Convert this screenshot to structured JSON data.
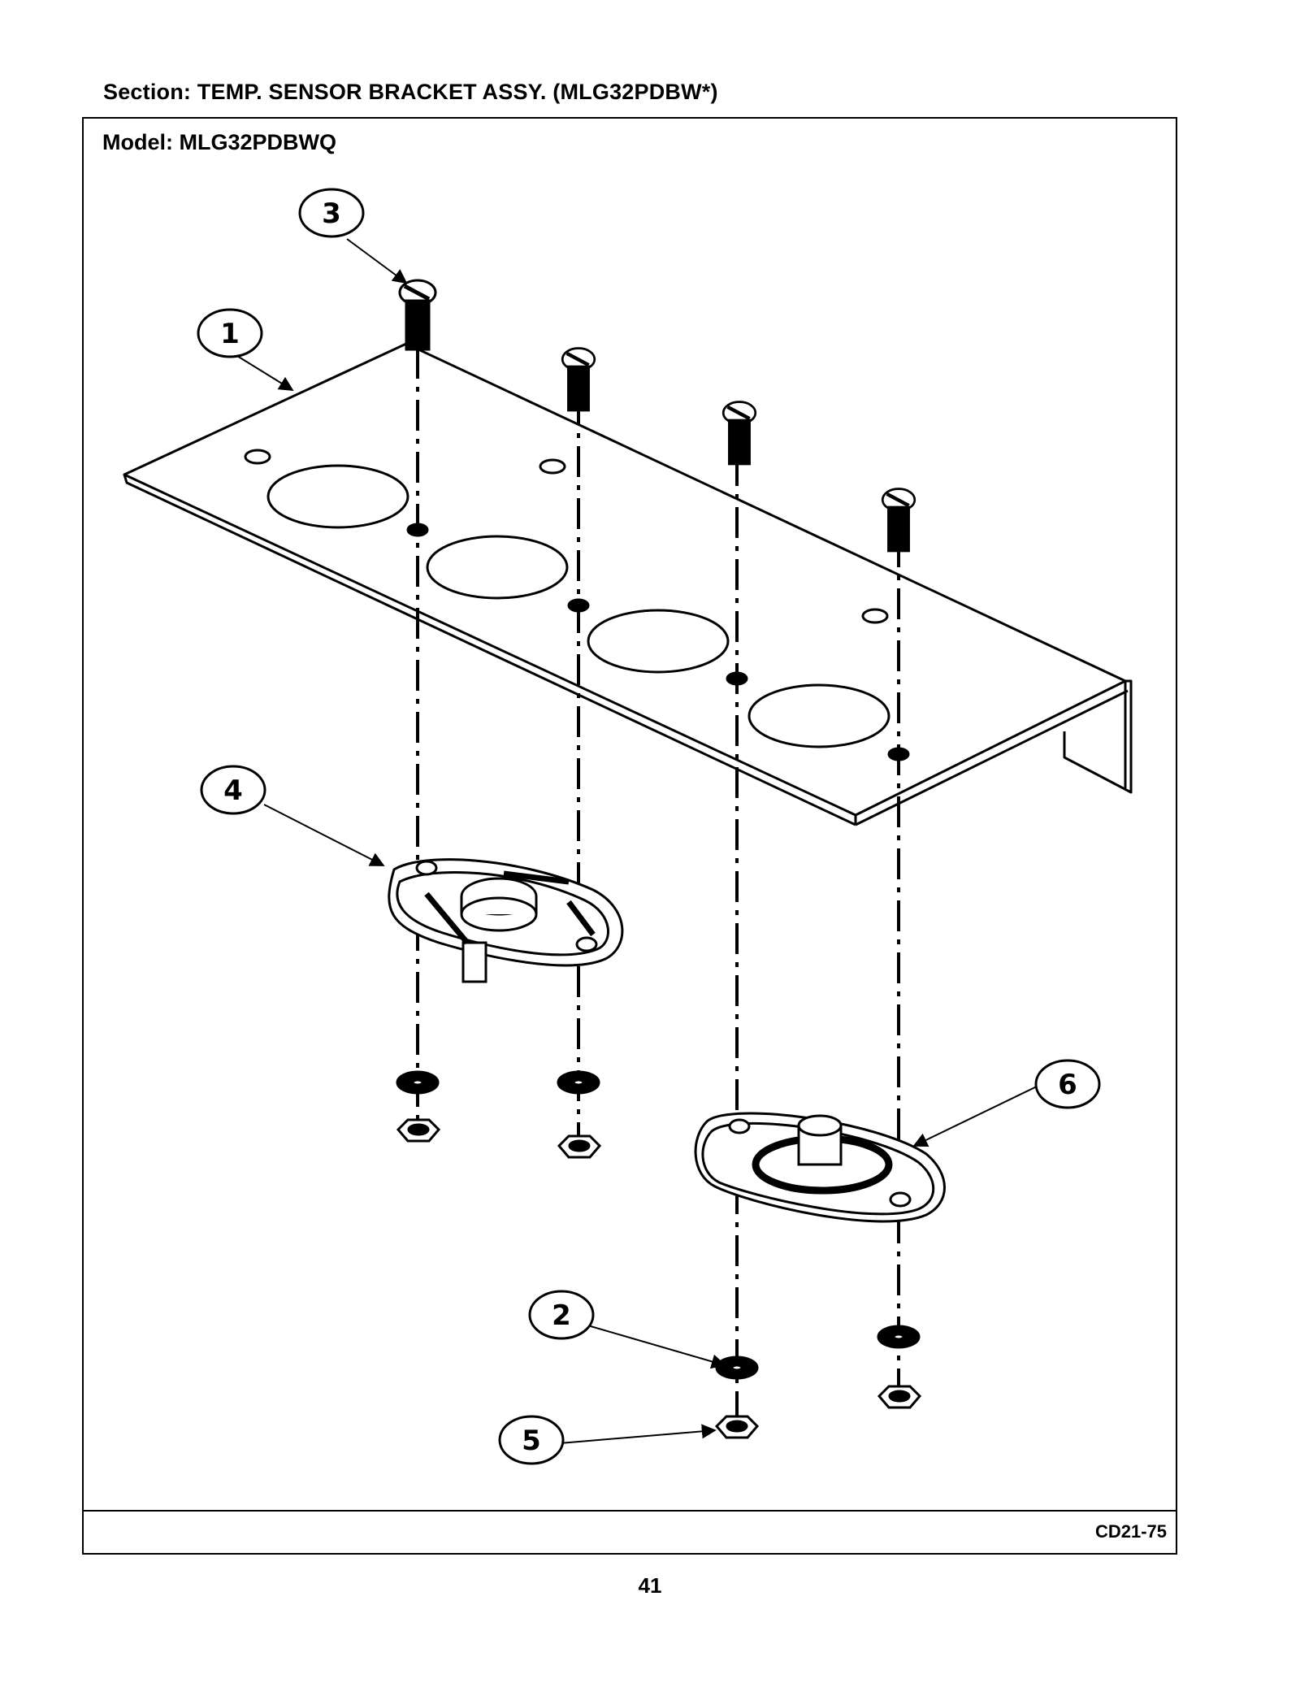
{
  "header": {
    "section": "Section:  TEMP. SENSOR BRACKET ASSY. (MLG32PDBW*)",
    "model": "Model:  MLG32PDBWQ"
  },
  "callouts": [
    "1",
    "2",
    "3",
    "4",
    "5",
    "6"
  ],
  "footer": {
    "diagram_code": "CD21-75",
    "page_number": "41"
  }
}
